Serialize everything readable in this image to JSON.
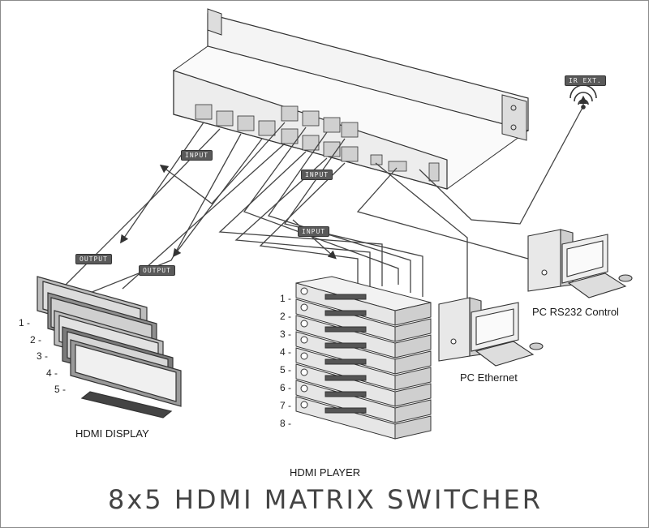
{
  "title": "8x5  HDMI MATRIX SWITCHER",
  "tags": {
    "ir_ext": "IR EXT.",
    "input_1": "INPUT",
    "input_2": "INPUT",
    "input_3": "INPUT",
    "output_1": "OUTPUT",
    "output_2": "OUTPUT"
  },
  "labels": {
    "pc_rs232": "PC RS232 Control",
    "pc_ethernet": "PC Ethernet",
    "hdmi_display": "HDMI DISPLAY",
    "hdmi_player": "HDMI PLAYER"
  },
  "display_numbers": [
    "1 -",
    "2 -",
    "3 -",
    "4 -",
    "5 -"
  ],
  "player_numbers": [
    "1 -",
    "2 -",
    "3 -",
    "4 -",
    "5 -",
    "6 -",
    "7 -",
    "8 -"
  ],
  "colors": {
    "line": "#444444",
    "device": "#e9e9e9",
    "text": "#222222"
  }
}
